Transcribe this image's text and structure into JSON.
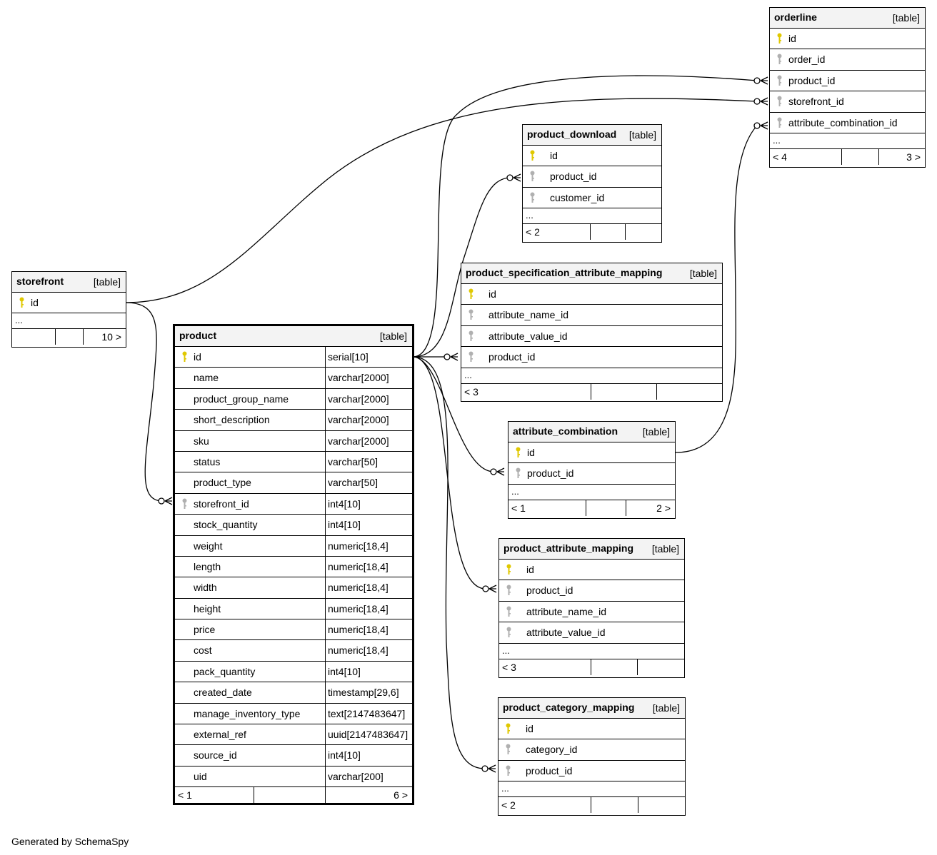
{
  "diagram": {
    "tag": "[table]",
    "more": "...",
    "generated_by": "Generated by SchemaSpy"
  },
  "colors": {
    "pk_key": "#e0c800",
    "fk_key": "#b0b0b0",
    "header_bg": "#f3f3f3"
  },
  "tables": {
    "orderline": {
      "name": "orderline",
      "columns": [
        {
          "name": "id",
          "key": "pk"
        },
        {
          "name": "order_id",
          "key": "fk"
        },
        {
          "name": "product_id",
          "key": "fk"
        },
        {
          "name": "storefront_id",
          "key": "fk"
        },
        {
          "name": "attribute_combination_id",
          "key": "fk"
        }
      ],
      "footer": {
        "parents": "< 4",
        "children": "3 >"
      }
    },
    "product_download": {
      "name": "product_download",
      "columns": [
        {
          "name": "id",
          "key": "pk"
        },
        {
          "name": "product_id",
          "key": "fk"
        },
        {
          "name": "customer_id",
          "key": "fk"
        }
      ],
      "footer": {
        "parents": "< 2",
        "children": ""
      }
    },
    "product_specification_attribute_mapping": {
      "name": "product_specification_attribute_mapping",
      "columns": [
        {
          "name": "id",
          "key": "pk"
        },
        {
          "name": "attribute_name_id",
          "key": "fk"
        },
        {
          "name": "attribute_value_id",
          "key": "fk"
        },
        {
          "name": "product_id",
          "key": "fk"
        }
      ],
      "footer": {
        "parents": "< 3",
        "children": ""
      }
    },
    "storefront": {
      "name": "storefront",
      "columns": [
        {
          "name": "id",
          "key": "pk"
        }
      ],
      "footer": {
        "parents": "",
        "children": "10 >"
      }
    },
    "product": {
      "name": "product",
      "columns": [
        {
          "name": "id",
          "type": "serial[10]",
          "key": "pk"
        },
        {
          "name": "name",
          "type": "varchar[2000]",
          "key": ""
        },
        {
          "name": "product_group_name",
          "type": "varchar[2000]",
          "key": ""
        },
        {
          "name": "short_description",
          "type": "varchar[2000]",
          "key": ""
        },
        {
          "name": "sku",
          "type": "varchar[2000]",
          "key": ""
        },
        {
          "name": "status",
          "type": "varchar[50]",
          "key": ""
        },
        {
          "name": "product_type",
          "type": "varchar[50]",
          "key": ""
        },
        {
          "name": "storefront_id",
          "type": "int4[10]",
          "key": "fk"
        },
        {
          "name": "stock_quantity",
          "type": "int4[10]",
          "key": ""
        },
        {
          "name": "weight",
          "type": "numeric[18,4]",
          "key": ""
        },
        {
          "name": "length",
          "type": "numeric[18,4]",
          "key": ""
        },
        {
          "name": "width",
          "type": "numeric[18,4]",
          "key": ""
        },
        {
          "name": "height",
          "type": "numeric[18,4]",
          "key": ""
        },
        {
          "name": "price",
          "type": "numeric[18,4]",
          "key": ""
        },
        {
          "name": "cost",
          "type": "numeric[18,4]",
          "key": ""
        },
        {
          "name": "pack_quantity",
          "type": "int4[10]",
          "key": ""
        },
        {
          "name": "created_date",
          "type": "timestamp[29,6]",
          "key": ""
        },
        {
          "name": "manage_inventory_type",
          "type": "text[2147483647]",
          "key": ""
        },
        {
          "name": "external_ref",
          "type": "uuid[2147483647]",
          "key": ""
        },
        {
          "name": "source_id",
          "type": "int4[10]",
          "key": ""
        },
        {
          "name": "uid",
          "type": "varchar[200]",
          "key": ""
        }
      ],
      "footer": {
        "parents": "< 1",
        "children": "6 >"
      }
    },
    "attribute_combination": {
      "name": "attribute_combination",
      "columns": [
        {
          "name": "id",
          "key": "pk"
        },
        {
          "name": "product_id",
          "key": "fk"
        }
      ],
      "footer": {
        "parents": "< 1",
        "children": "2 >"
      }
    },
    "product_attribute_mapping": {
      "name": "product_attribute_mapping",
      "columns": [
        {
          "name": "id",
          "key": "pk"
        },
        {
          "name": "product_id",
          "key": "fk"
        },
        {
          "name": "attribute_name_id",
          "key": "fk"
        },
        {
          "name": "attribute_value_id",
          "key": "fk"
        }
      ],
      "footer": {
        "parents": "< 3",
        "children": ""
      }
    },
    "product_category_mapping": {
      "name": "product_category_mapping",
      "columns": [
        {
          "name": "id",
          "key": "pk"
        },
        {
          "name": "category_id",
          "key": "fk"
        },
        {
          "name": "product_id",
          "key": "fk"
        }
      ],
      "footer": {
        "parents": "< 2",
        "children": ""
      }
    }
  },
  "relationships": [
    {
      "from": "product.id",
      "to": "orderline.product_id"
    },
    {
      "from": "storefront.id",
      "to": "orderline.storefront_id"
    },
    {
      "from": "attribute_combination.id",
      "to": "orderline.attribute_combination_id"
    },
    {
      "from": "product.id",
      "to": "product_download.product_id"
    },
    {
      "from": "product.id",
      "to": "product_specification_attribute_mapping.product_id"
    },
    {
      "from": "product.id",
      "to": "attribute_combination.product_id"
    },
    {
      "from": "product.id",
      "to": "product_attribute_mapping.product_id"
    },
    {
      "from": "product.id",
      "to": "product_category_mapping.product_id"
    },
    {
      "from": "storefront.id",
      "to": "product.storefront_id"
    }
  ]
}
